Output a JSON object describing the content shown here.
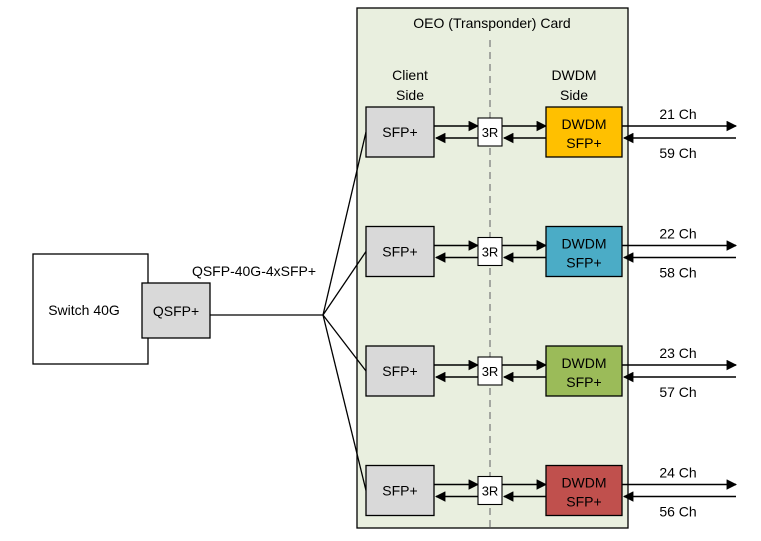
{
  "card": {
    "title": "OEO (Transponder) Card",
    "background": "#e9efdf",
    "border": "#000000"
  },
  "client_side_label": [
    "Client",
    "Side"
  ],
  "dwdm_side_label": [
    "DWDM",
    "Side"
  ],
  "switch": {
    "label": "Switch 40G",
    "port": "QSFP+"
  },
  "cable_label": "QSFP-40G-4xSFP+",
  "colors": {
    "sfp_fill": "#d9d9d9",
    "box_stroke": "#000000",
    "divider": "#808080"
  },
  "channels": [
    {
      "sfp": "SFP+",
      "regen": "3R",
      "dwdm": [
        "DWDM",
        "SFP+"
      ],
      "color": "#ffc000",
      "tx": "21 Ch",
      "rx": "59 Ch"
    },
    {
      "sfp": "SFP+",
      "regen": "3R",
      "dwdm": [
        "DWDM",
        "SFP+"
      ],
      "color": "#4bacc6",
      "tx": "22 Ch",
      "rx": "58 Ch"
    },
    {
      "sfp": "SFP+",
      "regen": "3R",
      "dwdm": [
        "DWDM",
        "SFP+"
      ],
      "color": "#9bbb59",
      "tx": "23 Ch",
      "rx": "57 Ch"
    },
    {
      "sfp": "SFP+",
      "regen": "3R",
      "dwdm": [
        "DWDM",
        "SFP+"
      ],
      "color": "#c0504d",
      "tx": "24 Ch",
      "rx": "56 Ch"
    }
  ]
}
